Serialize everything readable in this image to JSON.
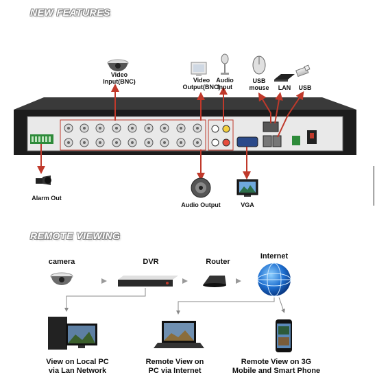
{
  "headers": {
    "features": "NEW FEATURES",
    "remote": "REMOTE VIEWING"
  },
  "features": {
    "video_input": "Video\nInput(BNC)",
    "video_output": "Video\nOutput(BNC)",
    "audio_input": "Audio\nInput",
    "usb_mouse": "USB\nmouse",
    "lan": "LAN",
    "usb": "USB",
    "alarm_out": "Alarm Out",
    "audio_output": "Audio Output",
    "vga": "VGA"
  },
  "remote": {
    "camera": "camera",
    "dvr": "DVR",
    "router": "Router",
    "internet": "Internet",
    "local_pc": "View on Local PC\nvia Lan Network",
    "remote_pc": "Remote View on\nPC via Internet",
    "mobile": "Remote View on 3G\nMobile and Smart Phone"
  },
  "colors": {
    "arrow": "#c0392b",
    "panel": "#1c1c1c",
    "line": "#888888"
  }
}
